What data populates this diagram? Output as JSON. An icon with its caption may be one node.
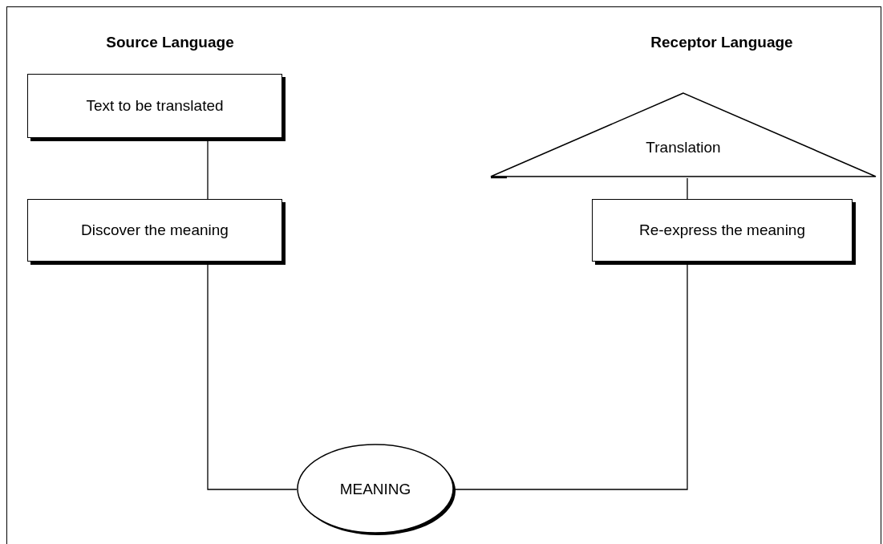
{
  "diagram": {
    "nodes": [
      {
        "text": [
          "Text to be translated"
        ]
      },
      {
        "text": [
          "Translation"
        ]
      },
      {
        "text": [
          "Discover the meaning"
        ]
      },
      {
        "text": [
          "Re-express the meaning"
        ]
      },
      {
        "text": [
          "MEANING"
        ]
      }
    ],
    "edges": [
      {
        "from": 0,
        "to": 2,
        "arrow": "none"
      },
      {
        "from": 1,
        "to": 3,
        "arrow": "none"
      },
      {
        "from": 2,
        "to": 4,
        "arrow": "none"
      },
      {
        "from": 3,
        "to": 4,
        "arrow": "none"
      }
    ],
    "labels": [
      "Source Language",
      "Receptor Language"
    ]
  }
}
